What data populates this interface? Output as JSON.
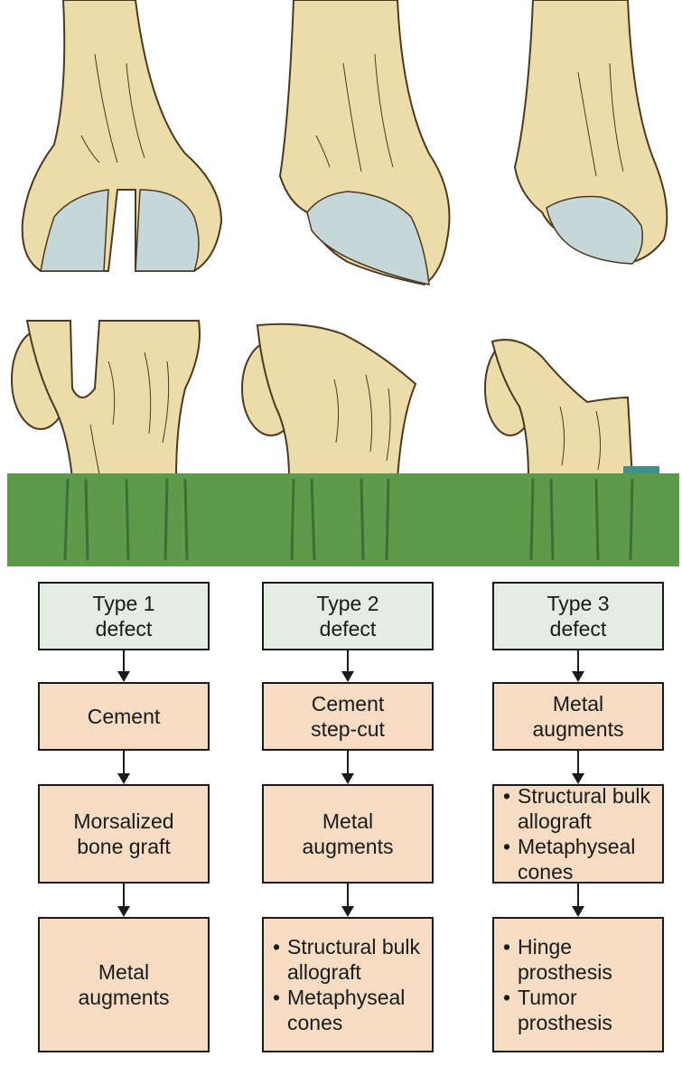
{
  "columns": [
    {
      "type_label": [
        "Type 1",
        "defect"
      ],
      "steps": [
        {
          "lines": [
            "Cement"
          ]
        },
        {
          "lines": [
            "Morsalized",
            "bone graft"
          ]
        },
        {
          "lines": [
            "Metal",
            "augments"
          ]
        }
      ]
    },
    {
      "type_label": [
        "Type 2",
        "defect"
      ],
      "steps": [
        {
          "lines": [
            "Cement",
            "step-cut"
          ]
        },
        {
          "lines": [
            "Metal",
            "augments"
          ]
        },
        {
          "bullets": [
            "Structural bulk allograft",
            "Metaphyseal cones"
          ]
        }
      ]
    },
    {
      "type_label": [
        "Type 3",
        "defect"
      ],
      "steps": [
        {
          "lines": [
            "Metal",
            "augments"
          ]
        },
        {
          "bullets": [
            "Structural bulk allograft",
            "Metaphyseal cones"
          ]
        },
        {
          "bullets": [
            "Hinge prosthesis",
            "Tumor prosthesis"
          ]
        }
      ]
    }
  ],
  "colors": {
    "type_box_fill": "#e3ede4",
    "step_box_fill": "#f6dcc3",
    "bone": "#ecdcaa",
    "bone_outline": "#4a3a22",
    "defect_fill": "#c7d6d6",
    "band_green": "#5e9a4c"
  }
}
